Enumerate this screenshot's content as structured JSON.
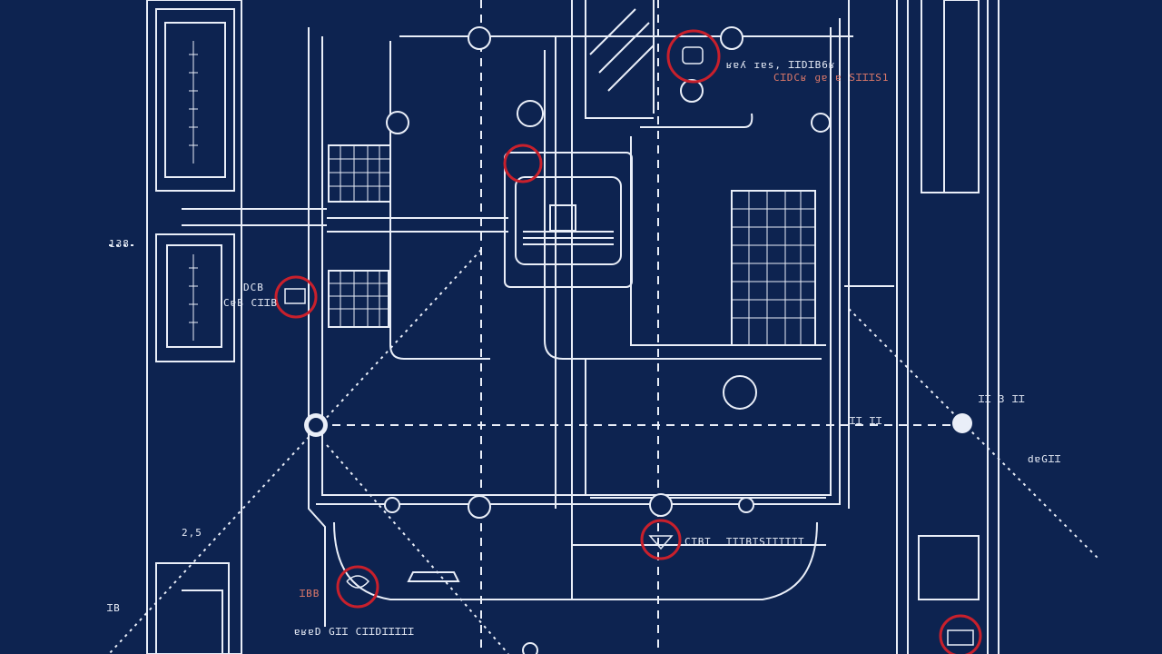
{
  "colors": {
    "background": "#0d2350",
    "line": "#e9eef8",
    "accent": "#c8202c",
    "accent_text": "#e07a6a"
  },
  "labels": {
    "top_right_1": "ʁɐʎ ɪɐs, ꞮꞮDꞮB6ʁ",
    "top_right_2": "CꞮDCʁ ɡɐ ɐ SꞮꞮꞮS1",
    "left_mid_1": "138",
    "left_upper_1": "DCB",
    "left_upper_2": "CɐB CꞮꞮB",
    "right_mid_1": "ꞮꞮ ꞮꞮ",
    "right_mid_2": "ꞮꞮ 3 ꞮꞮ",
    "right_mid_3": "dɐGꞮꞮ",
    "bottom_center_1": "CꞮBꞮ",
    "bottom_center_2": "ꞮꞮꞮBꞮSꞮꞮꞮꞮꞮꞮ",
    "bottom_left_1": "ꞮBB",
    "bottom_left_2": "ɐʁɐD GꞮꞮ CꞮꞮDꞮꞮꞮꞮꞮ",
    "left_low_1": "2,5",
    "left_bottom_1": "ꞮB"
  }
}
